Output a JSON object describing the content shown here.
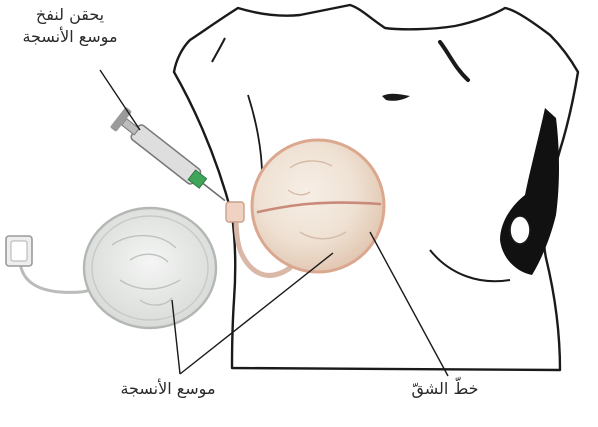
{
  "labels": {
    "injector_line1": "يحقن لنفخ",
    "injector_line2": "موسع الأنسجة",
    "expander": "موسع الأنسجة",
    "incision": "خطّ الشقّ"
  },
  "colors": {
    "outline": "#1a1a1a",
    "expander_fill": "#efe2d4",
    "expander_rim": "#dba88f",
    "incision_line": "#c98a7a",
    "tube": "#d9b8a8",
    "reservoir_fill": "#e6e8e6",
    "shadow": "#111111",
    "syringe_green": "#3ea55a"
  }
}
